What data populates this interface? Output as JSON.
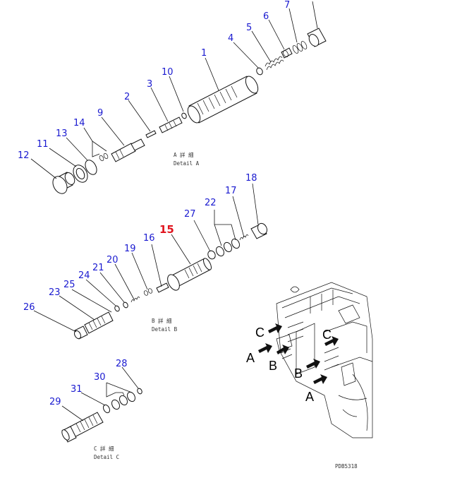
{
  "callouts": {
    "n1": "1",
    "n2": "2",
    "n3": "3",
    "n4": "4",
    "n5": "5",
    "n6": "6",
    "n7": "7",
    "n9": "9",
    "n10": "10",
    "n11": "11",
    "n12": "12",
    "n13": "13",
    "n14": "14",
    "n15": "15",
    "n16": "16",
    "n17": "17",
    "n18": "18",
    "n19": "19",
    "n20": "20",
    "n21": "21",
    "n22": "22",
    "n23": "23",
    "n24": "24",
    "n25": "25",
    "n26": "26",
    "n27": "27",
    "n28": "28",
    "n29": "29",
    "n30": "30",
    "n31": "31"
  },
  "captions": {
    "detail_a_jp": "A 詳 細",
    "detail_a_en": "Detail A",
    "detail_b_jp": "B 詳 細",
    "detail_b_en": "Detail B",
    "detail_c_jp": "C 詳 細",
    "detail_c_en": "Detail C"
  },
  "view_letters": {
    "c_left": "C",
    "c_right": "C",
    "a_left": "A",
    "a_bottom": "A",
    "b_left": "B",
    "b_right": "B"
  },
  "drawing_code": "PDB5318",
  "colors": {
    "callout": "#1a1ad0",
    "highlight": "#e0141e"
  }
}
